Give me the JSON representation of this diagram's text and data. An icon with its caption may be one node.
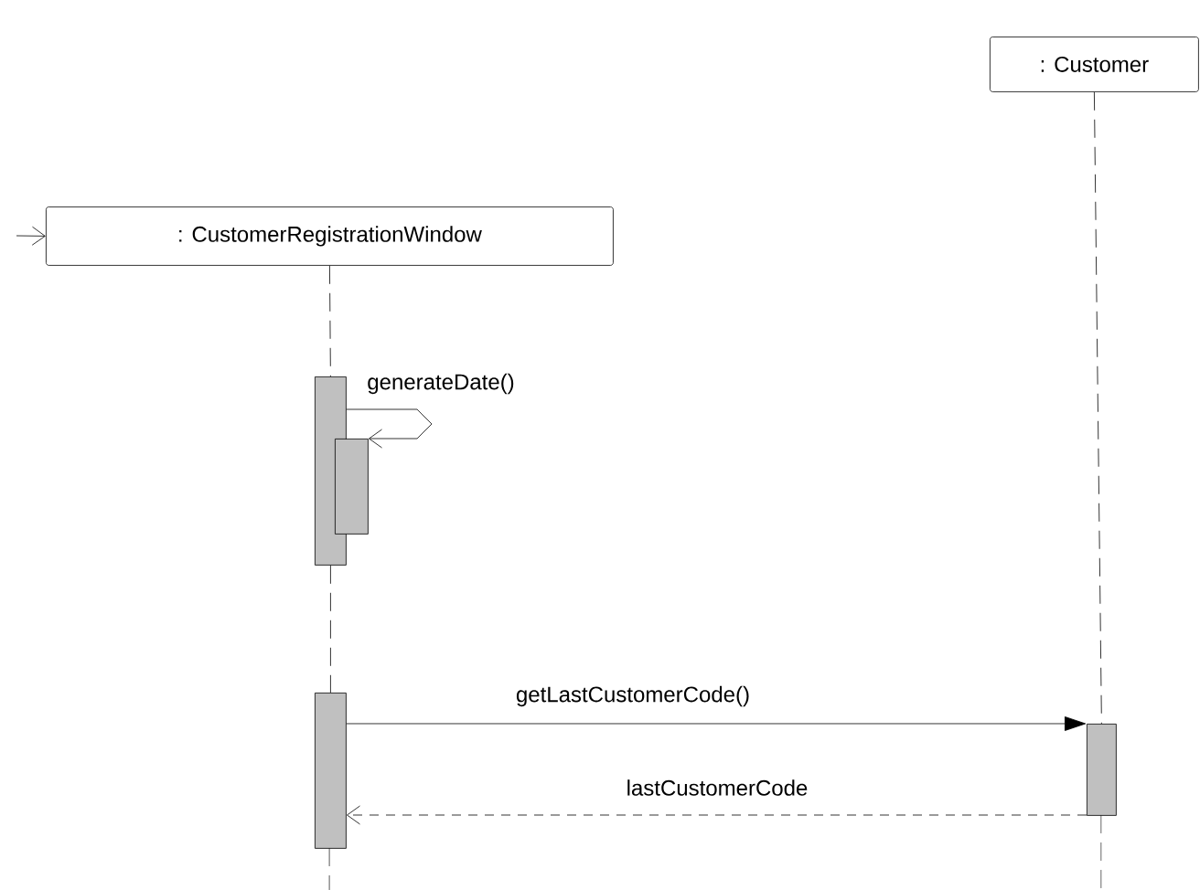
{
  "diagram": {
    "nodes": [
      {
        "text": [
          ": CustomerRegistrationWindow"
        ]
      },
      {
        "text": [
          ": Customer"
        ]
      },
      {
        "text": [],
        "shape": "bar"
      },
      {
        "text": [],
        "shape": "bar"
      },
      {
        "text": [],
        "shape": "bar"
      },
      {
        "text": [],
        "shape": "bar"
      }
    ],
    "edges": [
      {
        "from": null,
        "to": 0,
        "arrow": "to"
      },
      {
        "from": 0,
        "to": 2,
        "arrow": "none",
        "style": "dashed"
      },
      {
        "from": 2,
        "to": 4,
        "arrow": "none",
        "style": "dashed"
      },
      {
        "from": 1,
        "to": 5,
        "arrow": "none",
        "style": "dashed"
      },
      {
        "from": 2,
        "to": 3,
        "arrow": "to",
        "label": "generateDate()"
      },
      {
        "from": 4,
        "to": 5,
        "arrow": "to",
        "label": "getLastCustomerCode()"
      },
      {
        "from": 5,
        "to": 4,
        "arrow": "to",
        "style": "dashed",
        "label": "lastCustomerCode"
      }
    ]
  }
}
